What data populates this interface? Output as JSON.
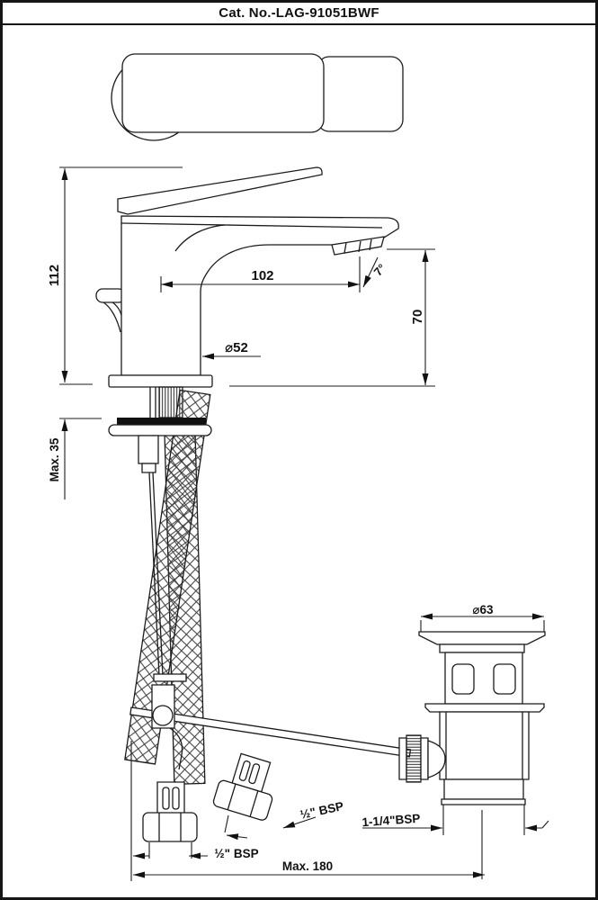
{
  "title_bar": {
    "catalog_number": "Cat. No.-LAG-91051BWF"
  },
  "dimensions": {
    "overall_height": "112",
    "spout_reach": "102",
    "spray_angle": "7°",
    "spout_height": "70",
    "body_diameter": "⌀52",
    "max_deck_thickness": "Max. 35",
    "waste_flange_diameter": "⌀63",
    "inlet_thread_left": "½\" BSP",
    "inlet_thread_right": "½\" BSP",
    "waste_thread": "1-1/4\"BSP",
    "max_overall_reach": "Max. 180"
  }
}
